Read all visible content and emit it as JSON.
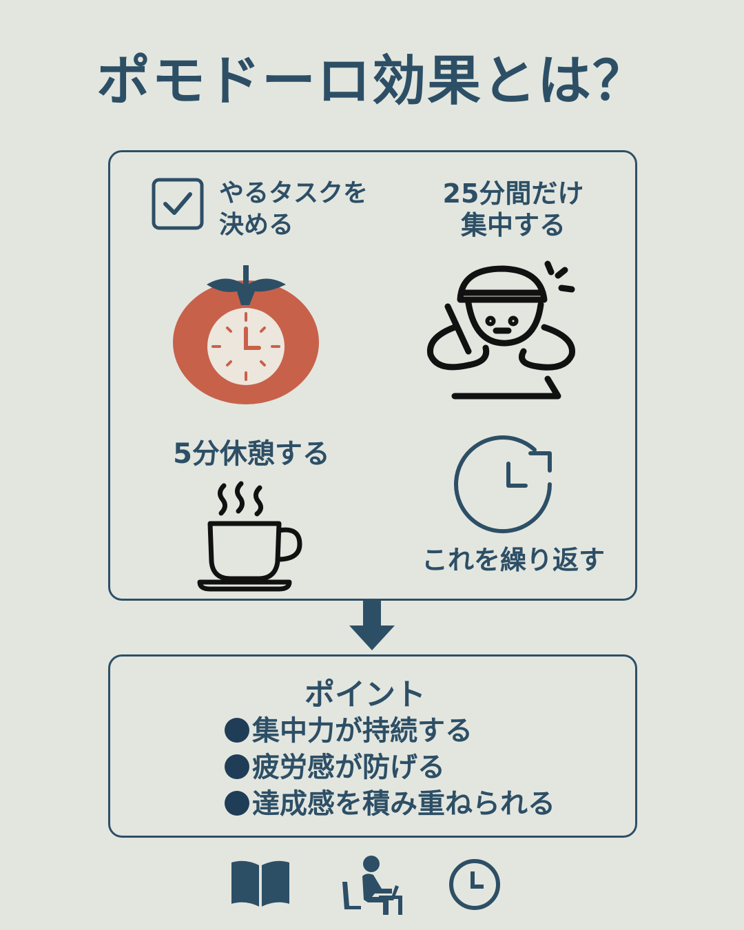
{
  "title": "ポモドーロ効果とは？",
  "steps": [
    {
      "icon": "checkbox-icon",
      "lines": [
        "やるタスクを",
        "決める"
      ]
    },
    {
      "icon": "focused-person-icon",
      "lines": [
        "25分間だけ",
        "集中する"
      ]
    },
    {
      "icon": "coffee-cup-icon",
      "lines": [
        "5分休憩する"
      ]
    },
    {
      "icon": "repeat-clock-icon",
      "lines": [
        "これを繰り返す"
      ]
    }
  ],
  "points": {
    "heading": "ポイント",
    "items": [
      "集中力が持続する",
      "疲労感が防げる",
      "達成感を積み重ねられる"
    ]
  },
  "footer_icons": [
    "book-icon",
    "person-at-laptop-icon",
    "clock-icon"
  ],
  "colors": {
    "background": "#e3e6df",
    "primary": "#2d4f66",
    "tomato": "#c8614a"
  }
}
